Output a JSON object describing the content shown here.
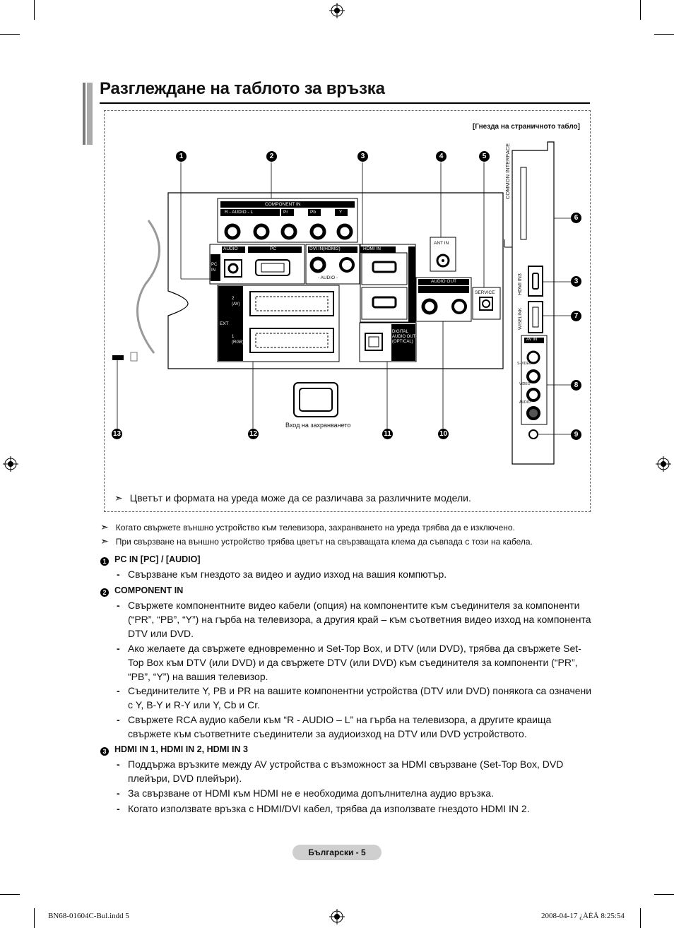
{
  "page": {
    "title": "Разглеждане на таблото за връзка",
    "side_panel_label": "[Гнезда на страничното табло]",
    "power_label": "Вход на захранването",
    "diagram_note": "Цветът и формата на уреда може да се различава за различните модели.",
    "notes": [
      "Когато свържете външно устройство към телевизора, захранването на уреда трябва да е изключено.",
      "При свързване на външно устройство трябва цветът на свързващата клема да съвпада с този на кабела."
    ],
    "sections": [
      {
        "num": "1",
        "heading": "PC IN [PC] / [AUDIO]",
        "bullets": [
          "Свързване към гнездото за видео и аудио изход на вашия компютър."
        ]
      },
      {
        "num": "2",
        "heading": "COMPONENT IN",
        "bullets": [
          "Свържете компонентните видео кабели (опция) на компонентите към съединителя за компоненти (“PR”, “PB”, “Y”) на гърба на телевизора, а другия край – към съответния видео изход на компонента DTV или DVD.",
          "Ако желаете да свържете едновременно и Set-Top Box, и DTV (или DVD), трябва да свържете Set-Top Box към DTV (или DVD) и да свържете DTV (или DVD) към съединителя за компоненти (“PR”, “PB”, “Y”) на вашия телевизор.",
          "Съединителите Y, PB и PR на вашите компонентни устройства (DTV или DVD) понякога са означени с Y, B-Y и R-Y или Y, Cb и Cr.",
          "Свържете RCA аудио кабели към “R - AUDIO – L” на гърба на телевизора, а другите краища свържете към съответните съединители за аудиоизход на DTV или DVD устройството."
        ]
      },
      {
        "num": "3",
        "heading": "HDMI IN 1, HDMI IN 2, HDMI IN 3",
        "bullets": [
          "Поддържа връзките между AV устройства с възможност за HDMI свързване (Set-Top Box, DVD плейъри, DVD плейъри).",
          "За свързване от HDMI към HDMI не е необходима допълнителна аудио връзка.",
          "Когато използвате връзка с HDMI/DVI кабел, трябва да използвате гнездото HDMI IN 2."
        ]
      }
    ],
    "footer": "Български - 5",
    "slug_left": "BN68-01604C-Bul.indd   5",
    "slug_right": "2008-04-17   ¿ÀÈÄ 8:25:54"
  },
  "panel_labels": {
    "component_in": "COMPONENT IN",
    "r_audio_l": "R - AUDIO - L",
    "pr": "Pr",
    "pb": "Pb",
    "y": "Y",
    "audio": "AUDIO",
    "pc": "PC",
    "pc_in": "PC IN",
    "dvi_in": "DVI IN(HDMI2)",
    "hdmi_in": "HDMI IN",
    "audio_l": "- AUDIO -",
    "ant_in": "ANT IN",
    "audio_out": "AUDIO OUT",
    "service": "SERVICE",
    "ext": "EXT",
    "ext2": "2 (AV)",
    "ext1": "1 (RGB)",
    "digital_audio_out": "DIGITAL AUDIO OUT (OPTICAL)",
    "common_interface": "COMMON INTERFACE",
    "hdmi_in3": "HDMI IN3",
    "wiselink": "WISELINK",
    "av_in": "AV IN",
    "s_video": "S-VIDEO",
    "video": "VIDEO",
    "audio_side": "AUDIO"
  },
  "callouts": [
    "1",
    "2",
    "3",
    "4",
    "5",
    "6",
    "3",
    "7",
    "8",
    "9",
    "13",
    "12",
    "11",
    "10"
  ]
}
